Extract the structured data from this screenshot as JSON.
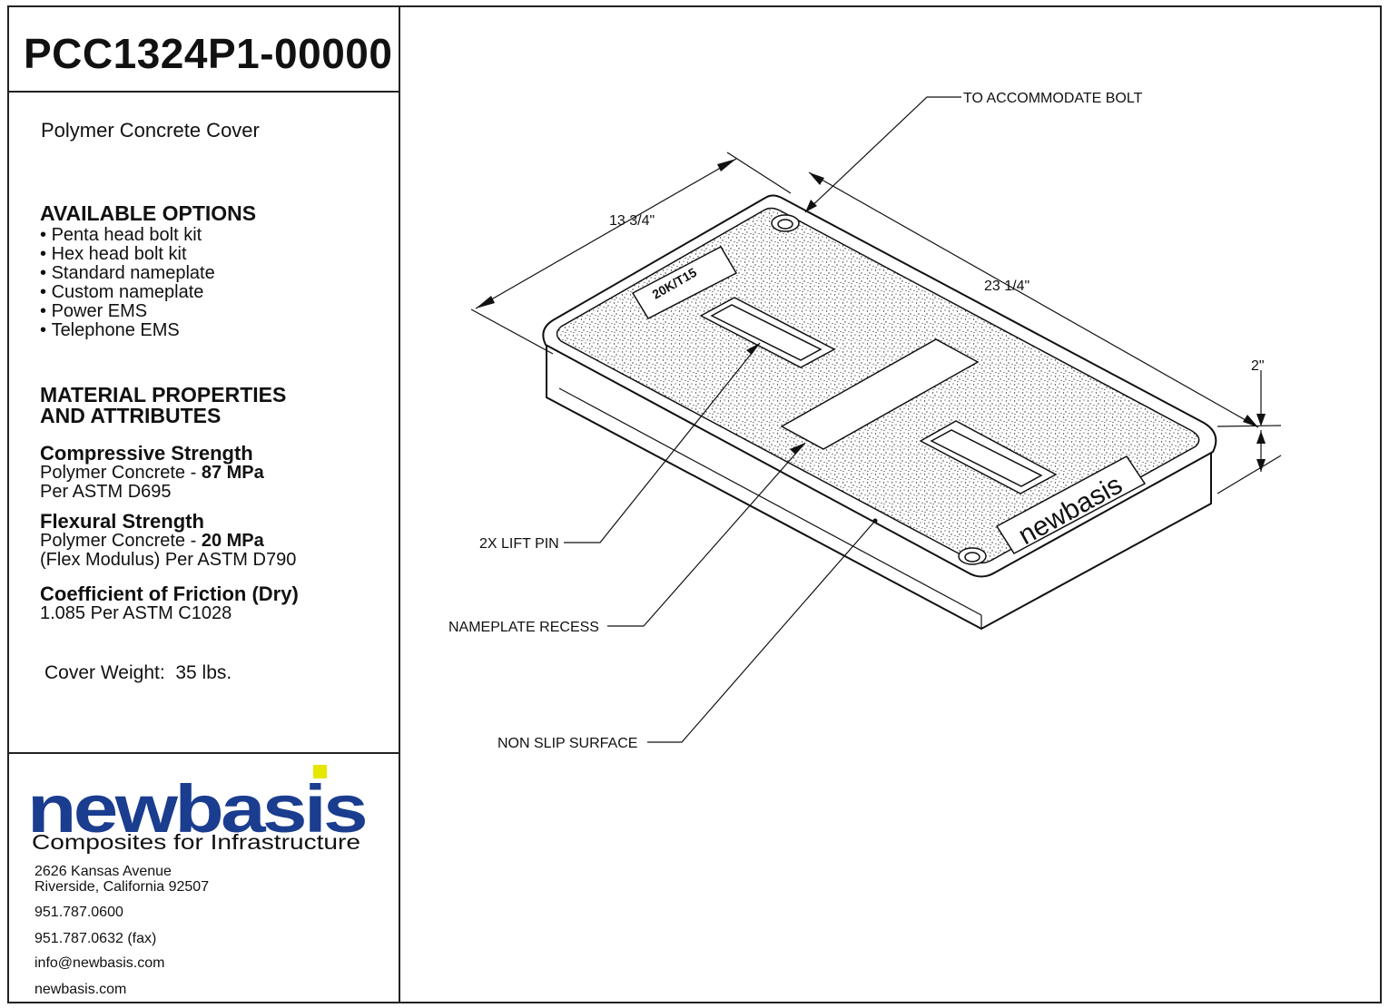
{
  "title_block": {
    "part_number": "PCC1324P1-00000",
    "description": "Polymer Concrete Cover"
  },
  "options": {
    "heading": "AVAILABLE OPTIONS",
    "items": [
      "Penta head bolt kit",
      "Hex head bolt kit",
      "Standard nameplate",
      "Custom nameplate",
      "Power EMS",
      "Telephone EMS"
    ]
  },
  "material": {
    "heading_line1": "MATERIAL PROPERTIES",
    "heading_line2": "AND ATTRIBUTES",
    "compressive": {
      "heading": "Compressive Strength",
      "line1_prefix": "Polymer Concrete - ",
      "line1_value": "87 MPa",
      "line2": "Per ASTM D695"
    },
    "flexural": {
      "heading": "Flexural Strength",
      "line1_prefix": "Polymer Concrete - ",
      "line1_value": "20 MPa",
      "line2": "(Flex Modulus) Per ASTM D790"
    },
    "friction": {
      "heading": "Coefficient of Friction (Dry)",
      "line1": "1.085 Per ASTM C1028"
    }
  },
  "weight": {
    "label": "Cover Weight:",
    "value": "35 lbs."
  },
  "company": {
    "logo_text": "newbasis",
    "tagline": "Composites for Infrastructure",
    "address_line1": "2626 Kansas Avenue",
    "address_line2": "Riverside, California  92507",
    "phone": "951.787.0600",
    "fax": "951.787.0632 (fax)",
    "email": "info@newbasis.com",
    "website": "newbasis.com",
    "logo_color": "#1a3d8f",
    "accent_color": "#e6e600"
  },
  "drawing": {
    "dimensions": {
      "width": "13 3/4\"",
      "length": "23 1/4\"",
      "height": "2\""
    },
    "callouts": {
      "bolt": "TO ACCOMMODATE BOLT",
      "lift_pin": "2X LIFT PIN",
      "nameplate": "NAMEPLATE RECESS",
      "surface": "NON SLIP SURFACE"
    },
    "plate_label": "20K/T15",
    "cover_logo": "newbasis"
  }
}
